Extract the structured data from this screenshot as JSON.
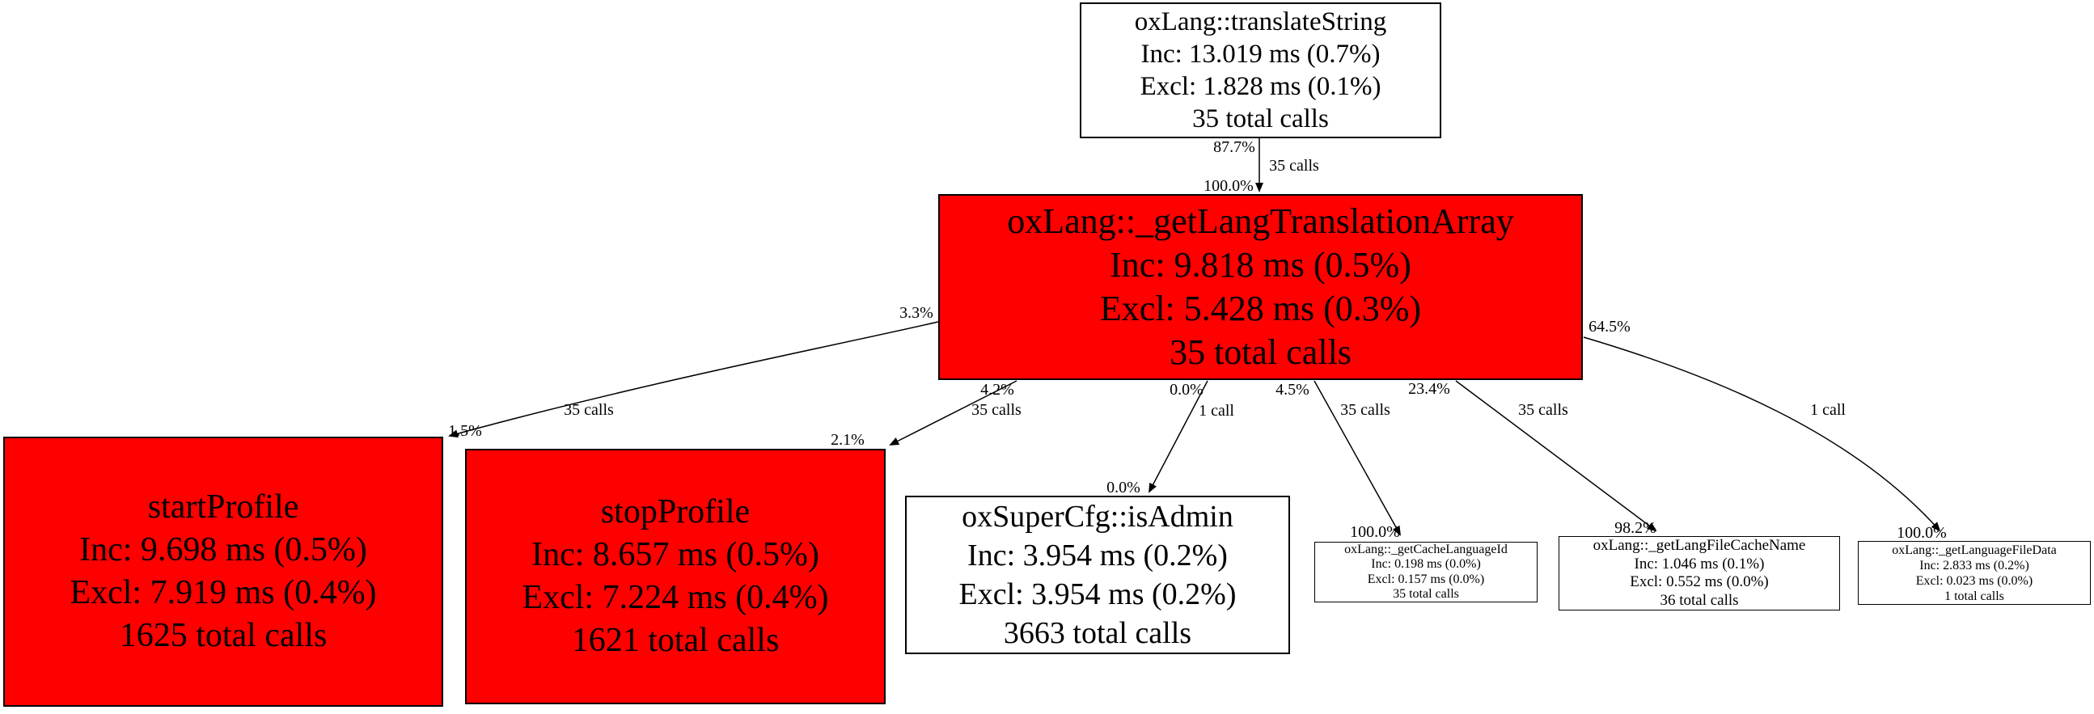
{
  "diagram": {
    "type": "profiler-callgraph",
    "colors": {
      "background": "#ffffff",
      "node_hot": "#ff0000",
      "node_normal": "#ffffff",
      "border": "#000000",
      "edge": "#000000",
      "text": "#000000"
    },
    "nodes": [
      {
        "id": "translateString",
        "title": "oxLang::translateString",
        "inc": "Inc: 13.019 ms (0.7%)",
        "excl": "Excl: 1.828 ms (0.1%)",
        "calls": "35 total calls",
        "highlight": false
      },
      {
        "id": "getLangTranslationArray",
        "title": "oxLang::_getLangTranslationArray",
        "inc": "Inc: 9.818 ms (0.5%)",
        "excl": "Excl: 5.428 ms (0.3%)",
        "calls": "35 total calls",
        "highlight": true
      },
      {
        "id": "startProfile",
        "title": "startProfile",
        "inc": "Inc: 9.698 ms (0.5%)",
        "excl": "Excl: 7.919 ms (0.4%)",
        "calls": "1625 total calls",
        "highlight": true
      },
      {
        "id": "stopProfile",
        "title": "stopProfile",
        "inc": "Inc: 8.657 ms (0.5%)",
        "excl": "Excl: 7.224 ms (0.4%)",
        "calls": "1621 total calls",
        "highlight": true
      },
      {
        "id": "isAdmin",
        "title": "oxSuperCfg::isAdmin",
        "inc": "Inc: 3.954 ms (0.2%)",
        "excl": "Excl: 3.954 ms (0.2%)",
        "calls": "3663 total calls",
        "highlight": false
      },
      {
        "id": "getCacheLanguageId",
        "title": "oxLang::_getCacheLanguageId",
        "inc": "Inc: 0.198 ms (0.0%)",
        "excl": "Excl: 0.157 ms (0.0%)",
        "calls": "35 total calls",
        "highlight": false
      },
      {
        "id": "getLangFileCacheName",
        "title": "oxLang::_getLangFileCacheName",
        "inc": "Inc: 1.046 ms (0.1%)",
        "excl": "Excl: 0.552 ms (0.0%)",
        "calls": "36 total calls",
        "highlight": false
      },
      {
        "id": "getLanguageFileData",
        "title": "oxLang::_getLanguageFileData",
        "inc": "Inc: 2.833 ms (0.2%)",
        "excl": "Excl: 0.023 ms (0.0%)",
        "calls": "1 total calls",
        "highlight": false
      }
    ],
    "edges": [
      {
        "from": "oxLang::translateString",
        "to": "oxLang::_getLangTranslationArray",
        "tail_label": "87.7%",
        "center_label": "35 calls",
        "head_label": "100.0%"
      },
      {
        "from": "oxLang::_getLangTranslationArray",
        "to": "startProfile",
        "tail_label": "3.3%",
        "center_label": "35 calls",
        "head_label": "1.5%"
      },
      {
        "from": "oxLang::_getLangTranslationArray",
        "to": "stopProfile",
        "tail_label": "4.2%",
        "center_label": "35 calls",
        "head_label": "2.1%"
      },
      {
        "from": "oxLang::_getLangTranslationArray",
        "to": "oxSuperCfg::isAdmin",
        "tail_label": "0.0%",
        "center_label": "1 call",
        "head_label": "0.0%"
      },
      {
        "from": "oxLang::_getLangTranslationArray",
        "to": "oxLang::_getCacheLanguageId",
        "tail_label": "4.5%",
        "center_label": "35 calls",
        "head_label": "100.0%"
      },
      {
        "from": "oxLang::_getLangTranslationArray",
        "to": "oxLang::_getLangFileCacheName",
        "tail_label": "23.4%",
        "center_label": "35 calls",
        "head_label": "98.2%"
      },
      {
        "from": "oxLang::_getLangTranslationArray",
        "to": "oxLang::_getLanguageFileData",
        "tail_label": "64.5%",
        "center_label": "1 call",
        "head_label": "100.0%"
      }
    ]
  }
}
